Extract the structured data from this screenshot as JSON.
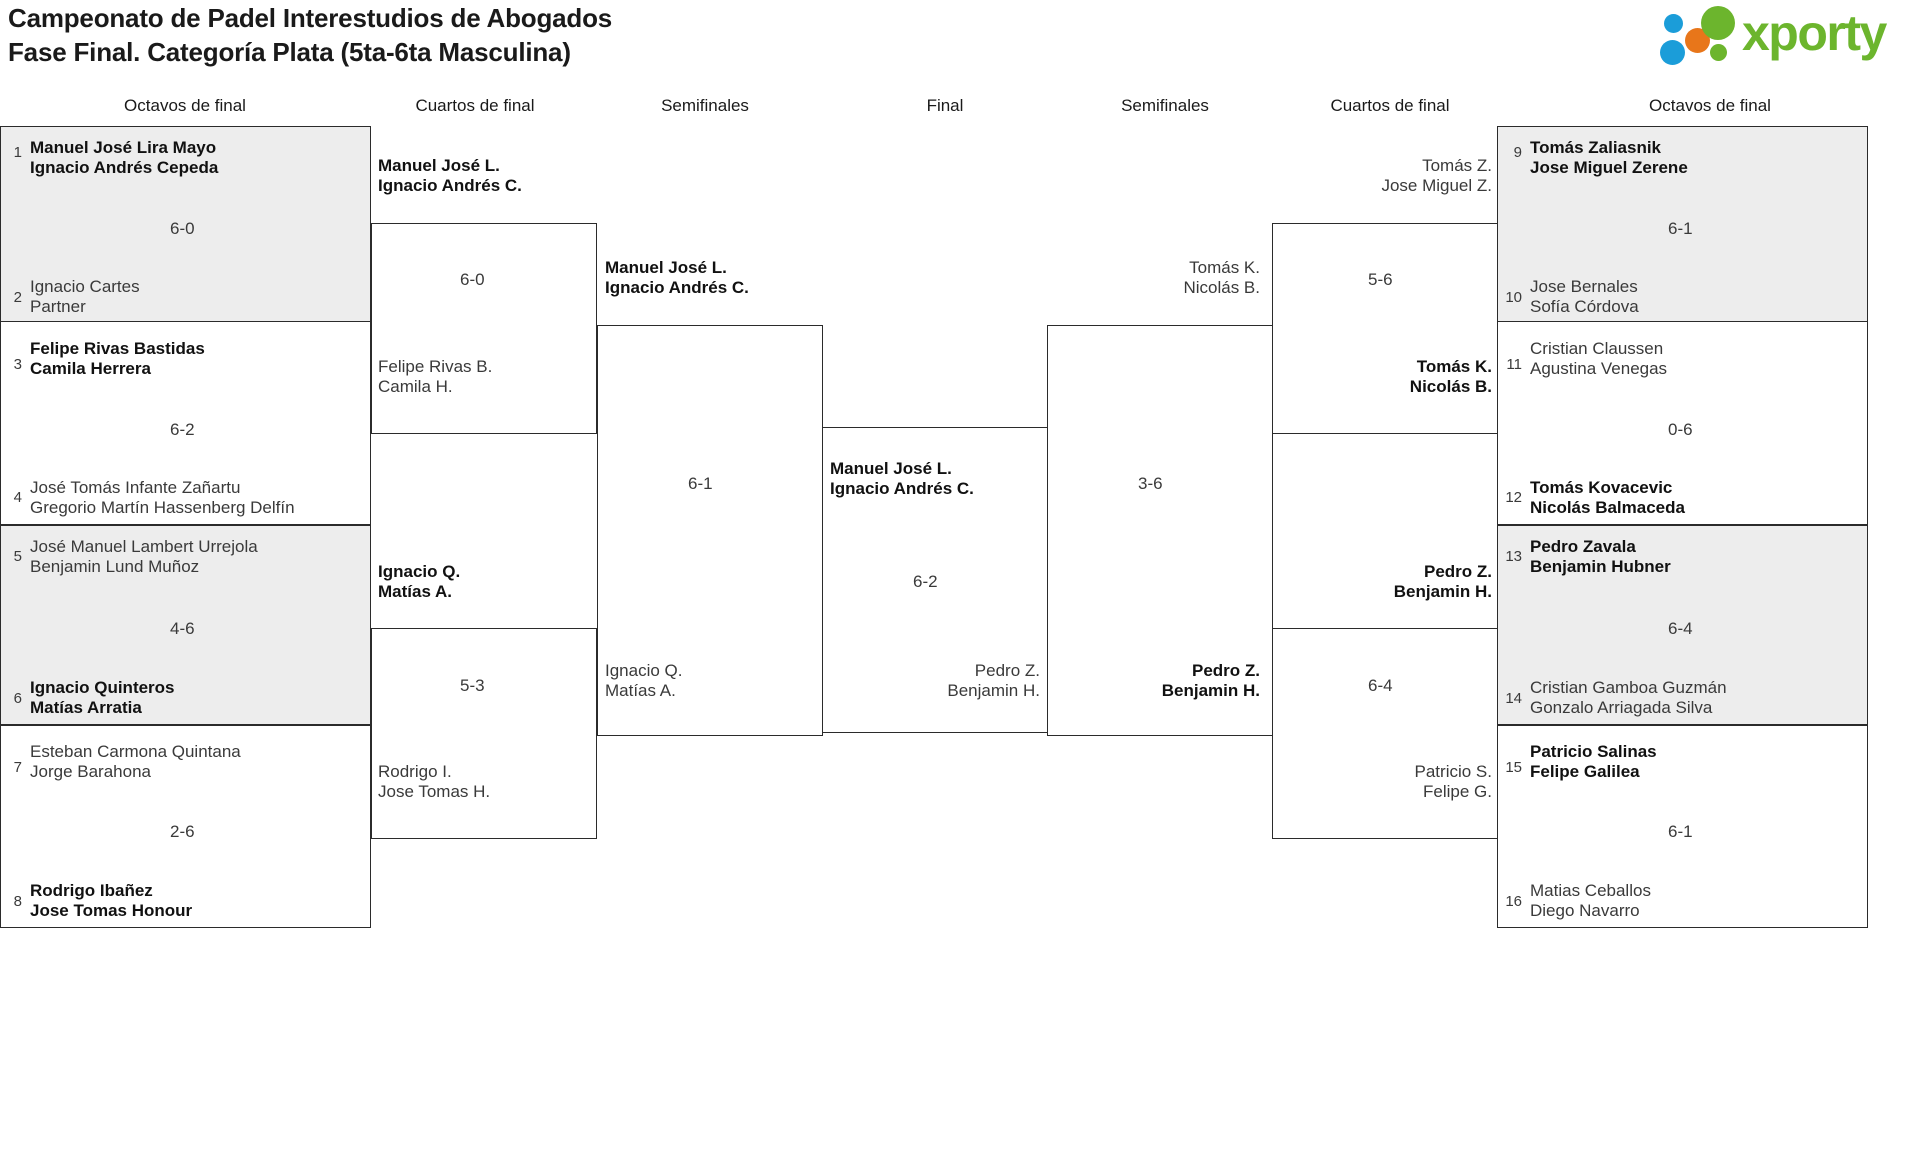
{
  "header": {
    "title_line1": "Campeonato de Padel Interestudios de Abogados",
    "title_line2": "Fase Final. Categoría Plata (5ta-6ta Masculina)",
    "logo_text": "xporty",
    "logo_colors": {
      "blue": "#1b9dd9",
      "orange": "#e8761a",
      "green": "#6cb52d"
    }
  },
  "round_headers": {
    "left_r16": "Octavos de final",
    "left_qf": "Cuartos de final",
    "left_sf": "Semifinales",
    "final": "Final",
    "right_sf": "Semifinales",
    "right_qf": "Cuartos de final",
    "right_r16": "Octavos de final"
  },
  "chart_data": {
    "type": "bracket",
    "title": "Campeonato de Padel Interestudios de Abogados — Fase Final. Categoría Plata (5ta-6ta Masculina)",
    "rounds": [
      "Octavos de final",
      "Cuartos de final",
      "Semifinales",
      "Final"
    ],
    "champion": "Manuel José L. / Ignacio Andrés C.",
    "final_score": "6-2"
  },
  "left": {
    "r16": [
      {
        "score": "6-0",
        "top": {
          "seed": "1",
          "p1": "Manuel José Lira Mayo",
          "p2": "Ignacio Andrés Cepeda",
          "winner": true
        },
        "bottom": {
          "seed": "2",
          "p1": "Ignacio Cartes",
          "p2": "Partner",
          "winner": false
        }
      },
      {
        "score": "6-2",
        "top": {
          "seed": "3",
          "p1": "Felipe Rivas Bastidas",
          "p2": "Camila Herrera",
          "winner": true
        },
        "bottom": {
          "seed": "4",
          "p1": "José Tomás Infante Zañartu",
          "p2": "Gregorio Martín Hassenberg Delfín",
          "winner": false
        }
      },
      {
        "score": "4-6",
        "top": {
          "seed": "5",
          "p1": "José Manuel Lambert Urrejola",
          "p2": "Benjamin Lund Muñoz",
          "winner": false
        },
        "bottom": {
          "seed": "6",
          "p1": "Ignacio Quinteros",
          "p2": "Matías Arratia",
          "winner": true
        }
      },
      {
        "score": "2-6",
        "top": {
          "seed": "7",
          "p1": "Esteban Carmona Quintana",
          "p2": "Jorge Barahona",
          "winner": false
        },
        "bottom": {
          "seed": "8",
          "p1": "Rodrigo Ibañez",
          "p2": "Jose Tomas Honour",
          "winner": true
        }
      }
    ],
    "qf": [
      {
        "score": "6-0",
        "top": {
          "p1": "Manuel José L.",
          "p2": "Ignacio Andrés C.",
          "winner": true
        },
        "bottom": {
          "p1": "Felipe Rivas B.",
          "p2": "Camila H.",
          "winner": false
        }
      },
      {
        "score": "5-3",
        "top": {
          "p1": "Ignacio Q.",
          "p2": "Matías A.",
          "winner": true
        },
        "bottom": {
          "p1": "Rodrigo I.",
          "p2": "Jose Tomas H.",
          "winner": false
        }
      }
    ],
    "sf": [
      {
        "score": "6-1",
        "top": {
          "p1": "Manuel José L.",
          "p2": "Ignacio Andrés C.",
          "winner": true
        },
        "bottom": {
          "p1": "Ignacio Q.",
          "p2": "Matías A.",
          "winner": false
        }
      }
    ]
  },
  "final": {
    "score": "6-2",
    "top": {
      "p1": "Manuel José L.",
      "p2": "Ignacio Andrés C.",
      "winner": true
    },
    "bottom": {
      "p1": "Pedro Z.",
      "p2": "Benjamin H.",
      "winner": false
    }
  },
  "right": {
    "sf": [
      {
        "score": "3-6",
        "top": {
          "p1": "Tomás K.",
          "p2": "Nicolás B.",
          "winner": false
        },
        "bottom": {
          "p1": "Pedro Z.",
          "p2": "Benjamin H.",
          "winner": true
        }
      }
    ],
    "qf": [
      {
        "score": "5-6",
        "top": {
          "p1": "Tomás Z.",
          "p2": "Jose Miguel Z.",
          "winner": false
        },
        "bottom": {
          "p1": "Tomás K.",
          "p2": "Nicolás B.",
          "winner": true
        }
      },
      {
        "score": "6-4",
        "top": {
          "p1": "Pedro Z.",
          "p2": "Benjamin H.",
          "winner": true
        },
        "bottom": {
          "p1": "Patricio S.",
          "p2": "Felipe G.",
          "winner": false
        }
      }
    ],
    "r16": [
      {
        "score": "6-1",
        "top": {
          "seed": "9",
          "p1": "Tomás Zaliasnik",
          "p2": "Jose Miguel Zerene",
          "winner": true
        },
        "bottom": {
          "seed": "10",
          "p1": "Jose Bernales",
          "p2": "Sofía Córdova",
          "winner": false
        }
      },
      {
        "score": "0-6",
        "top": {
          "seed": "11",
          "p1": "Cristian Claussen",
          "p2": "Agustina Venegas",
          "winner": false
        },
        "bottom": {
          "seed": "12",
          "p1": "Tomás Kovacevic",
          "p2": "Nicolás Balmaceda",
          "winner": true
        }
      },
      {
        "score": "6-4",
        "top": {
          "seed": "13",
          "p1": "Pedro Zavala",
          "p2": "Benjamin Hubner",
          "winner": true
        },
        "bottom": {
          "seed": "14",
          "p1": "Cristian Gamboa Guzmán",
          "p2": "Gonzalo Arriagada Silva",
          "winner": false
        }
      },
      {
        "score": "6-1",
        "top": {
          "seed": "15",
          "p1": "Patricio Salinas",
          "p2": "Felipe Galilea",
          "winner": true
        },
        "bottom": {
          "seed": "16",
          "p1": "Matias Ceballos",
          "p2": "Diego Navarro",
          "winner": false
        }
      }
    ]
  }
}
